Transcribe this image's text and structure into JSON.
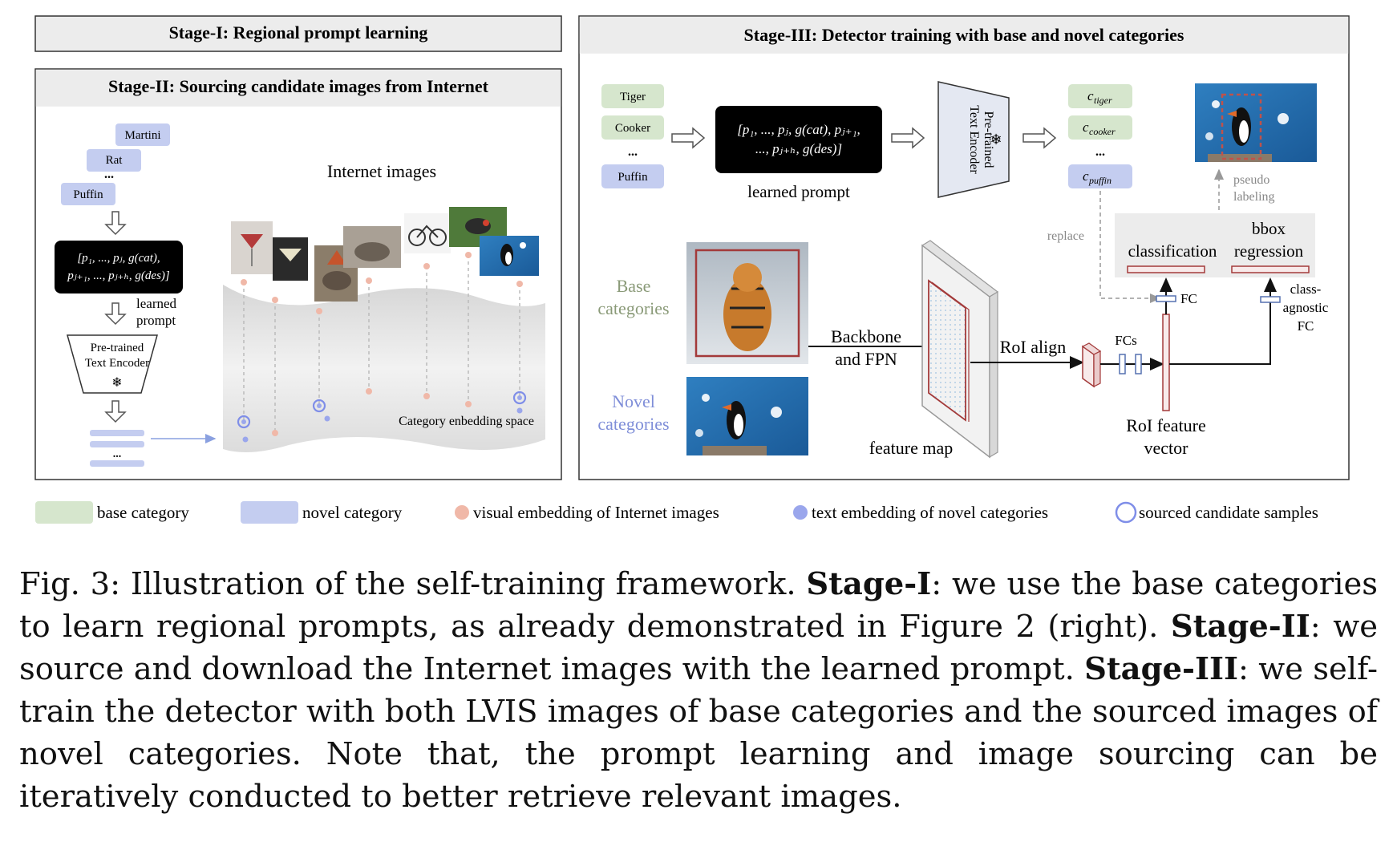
{
  "stage1": {
    "title": "Stage-I: Regional prompt learning"
  },
  "stage2": {
    "title": "Stage-II: Sourcing candidate images from Internet",
    "categories": [
      "Martini",
      "Rat",
      "...",
      "Puffin"
    ],
    "prompt_line1": "[p₁, ..., pⱼ, g(cat),",
    "prompt_line2": "pⱼ₊₁, ..., pⱼ₊ₕ, g(des)]",
    "prompt_label_1": "learned",
    "prompt_label_2": "prompt",
    "encoder_line1": "Pre-trained",
    "encoder_line2": "Text Encoder",
    "snowflake": "❄",
    "embed_ellipsis": "...",
    "internet_label": "Internet images",
    "space_label": "Category enbedding space"
  },
  "stage3": {
    "title": "Stage-III: Detector training with base and novel categories",
    "inputs": [
      "Tiger",
      "Cooker",
      "...",
      "Puffin"
    ],
    "prompt_line1": "[p₁, ..., pⱼ, g(cat), pⱼ₊₁,",
    "prompt_line2": "..., pⱼ₊ₕ, g(des)]",
    "prompt_caption": "learned prompt",
    "encoder_line1": "Pre-trained",
    "encoder_line2": "Text Encoder",
    "snowflake": "❄",
    "class_embeds": [
      "c",
      "c",
      "...",
      "c"
    ],
    "class_subs": [
      "tiger",
      "cooker",
      "",
      "puffin"
    ],
    "pseudo_1": "pseudo",
    "pseudo_2": "labeling",
    "replace": "replace",
    "base_1": "Base",
    "base_2": "categories",
    "novel_1": "Novel",
    "novel_2": "categories",
    "backbone_1": "Backbone",
    "backbone_2": "and FPN",
    "feature_map": "feature map",
    "roi_align": "RoI align",
    "fcs": "FCs",
    "fc": "FC",
    "roi_feat_1": "RoI feature",
    "roi_feat_2": "vector",
    "classification": "classification",
    "bbox_1": "bbox",
    "bbox_2": "regression",
    "cafc_1": "class-",
    "cafc_2": "agnostic",
    "cafc_3": "FC"
  },
  "legend": {
    "items": [
      "base category",
      "novel category",
      "visual embedding of Internet images",
      "text embedding of novel categories",
      "sourced candidate samples"
    ]
  },
  "colors": {
    "base": "#d6e6cd",
    "novel": "#c4cdf0",
    "visual_dot": "#f0b8a8",
    "text_dot": "#9aa6ec",
    "ring": "#7f8ee8",
    "bbox_red": "#a33a3a",
    "header_gray": "#ececec"
  },
  "caption": {
    "fig": "Fig. 3: Illustration of the self-training framework. ",
    "s1": "Stage-I",
    "t1": ": we use the base categories to learn regional prompts, as already demonstrated in Figure 2 (right). ",
    "s2": "Stage-II",
    "t2": ": we source and download the Internet images with the learned prompt. ",
    "s3": "Stage-III",
    "t3": ": we self-train the detector with both LVIS images of base categories and the sourced images of novel categories. Note that, the prompt learning and image sourcing can be iteratively conducted to better retrieve relevant images."
  }
}
